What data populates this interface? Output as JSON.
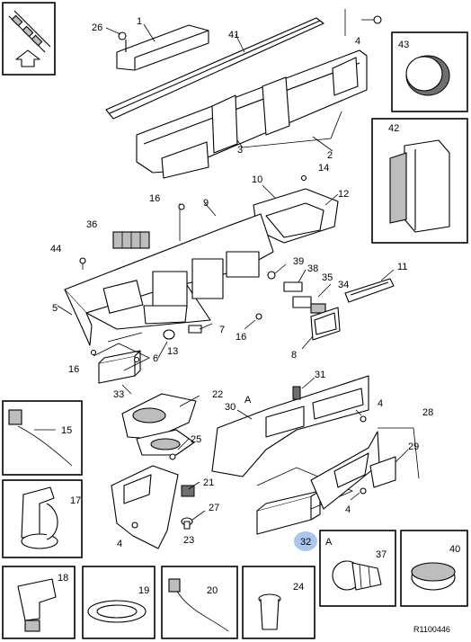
{
  "diagram": {
    "reference_code": "R1100446",
    "highlighted_callout": "32",
    "callouts": {
      "c1": "1",
      "c2": "2",
      "c3": "3",
      "c4a": "4",
      "c4b": "4",
      "c4c": "4",
      "c4d": "4",
      "c5": "5",
      "c6": "6",
      "c7": "7",
      "c8": "8",
      "c9": "9",
      "c10": "10",
      "c11": "11",
      "c12": "12",
      "c13": "13",
      "c14": "14",
      "c15": "15",
      "c16a": "16",
      "c16b": "16",
      "c16c": "16",
      "c17": "17",
      "c18": "18",
      "c19": "19",
      "c20": "20",
      "c21": "21",
      "c22": "22",
      "c23": "23",
      "c24": "24",
      "c25": "25",
      "c26": "26",
      "c27": "27",
      "c28": "28",
      "c29": "29",
      "c30": "30",
      "c31": "31",
      "c32": "32",
      "c33": "33",
      "c34": "34",
      "c35": "35",
      "c36": "36",
      "c37": "37",
      "c38": "38",
      "c39": "39",
      "c40": "40",
      "c41": "41",
      "c42": "42",
      "c43": "43",
      "c44": "44"
    },
    "view_markers": {
      "a1": "A",
      "a2": "A"
    },
    "icons": [
      "orientation-arrow-icon",
      "detail-inset-icon"
    ]
  }
}
